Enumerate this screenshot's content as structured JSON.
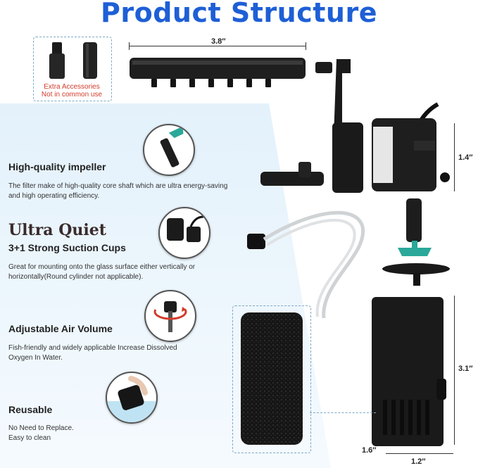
{
  "title": "Product Structure",
  "accessories": {
    "label_line1": "Extra Accessories",
    "label_line2": "Not in common use"
  },
  "features": [
    {
      "heading": "High-quality impeller",
      "desc_line1": "The filter make of high-quality core shaft which are ultra energy-saving",
      "desc_line2": "and high operating efficiency."
    },
    {
      "big": "Ultra Quiet",
      "heading": "3+1 Strong Suction Cups",
      "desc_line1": "Great for mounting onto the glass surface either vertically or",
      "desc_line2": "horizontally(Round cylinder not applicable)."
    },
    {
      "heading": "Adjustable Air Volume",
      "desc_line1": "Fish-friendly and widely applicable Increase Dissolved",
      "desc_line2": "Oxygen In Water."
    },
    {
      "heading": "Reusable",
      "desc_line1": "No Need to Replace.",
      "desc_line2": "Easy to clean"
    }
  ],
  "dimensions": {
    "spray_bar": "3.8′′",
    "pump_height": "1.4′′",
    "body_height": "3.1′′",
    "depth": "1.6′′",
    "width": "1.2′′"
  },
  "colors": {
    "title": "#1e5fd6",
    "accent_red": "#d33b2b",
    "teal": "#2aa89a"
  }
}
